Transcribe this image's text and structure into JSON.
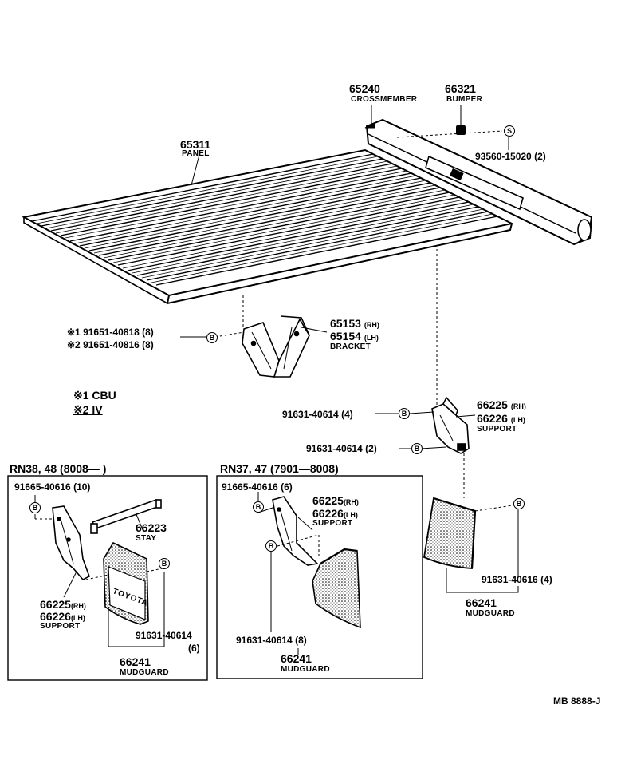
{
  "crossmember": {
    "pn": "65240",
    "name": "CROSSMEMBER"
  },
  "bumper": {
    "pn": "66321",
    "name": "BUMPER"
  },
  "bolt_top": {
    "callout": "S",
    "pn": "93560-15020 (2)"
  },
  "panel": {
    "pn": "65311",
    "name": "PANEL"
  },
  "bracket": {
    "pn_rh": "65153",
    "rh": "(RH)",
    "pn_lh": "65154",
    "lh": "(LH)",
    "name": "BRACKET"
  },
  "bracket_bolt": {
    "callout": "B",
    "line1": "※1 91651-40818 (8)",
    "line2": "※2 91651-40816 (8)"
  },
  "notes": {
    "line1": "※1 CBU",
    "line2": "※2 IV"
  },
  "support_main": {
    "pn_rh": "66225",
    "rh": "(RH)",
    "pn_lh": "66226",
    "lh": "(LH)",
    "name": "SUPPORT"
  },
  "support_bolt1": {
    "callout": "B",
    "pn": "91631-40614 (4)"
  },
  "support_bolt2": {
    "callout": "B",
    "pn": "91631-40614 (2)"
  },
  "mudguard_main": {
    "pn": "66241",
    "name": "MUDGUARD"
  },
  "mudguard_bolt": {
    "callout": "B",
    "pn": "91631-40616 (4)"
  },
  "box_left": {
    "header": "RN38, 48  (8008—        )",
    "bolt_top": {
      "callout": "B",
      "pn": "91665-40616 (10)"
    },
    "stay": {
      "pn": "66223",
      "name": "STAY"
    },
    "support": {
      "pn_rh": "66225",
      "rh": "(RH)",
      "pn_lh": "66226",
      "lh": "(LH)",
      "name": "SUPPORT"
    },
    "bolt_mid": {
      "callout": "B",
      "pn": "91631-40614",
      "qty": "(6)"
    },
    "mudguard": {
      "pn": "66241",
      "name": "MUDGUARD",
      "logo": "TOYOTA"
    }
  },
  "box_right": {
    "header": "RN37, 47 (7901—8008)",
    "bolt_top": {
      "callout": "B",
      "pn": "91665-40616 (6)"
    },
    "support": {
      "pn_rh": "66225",
      "rh": "(RH)",
      "pn_lh": "66226",
      "lh": "(LH)",
      "name": "SUPPORT"
    },
    "bolt_mid": {
      "callout": "B",
      "pn": "91631-40614 (8)"
    },
    "mudguard": {
      "pn": "66241",
      "name": "MUDGUARD"
    }
  },
  "figure_code": "MB  8888-J"
}
